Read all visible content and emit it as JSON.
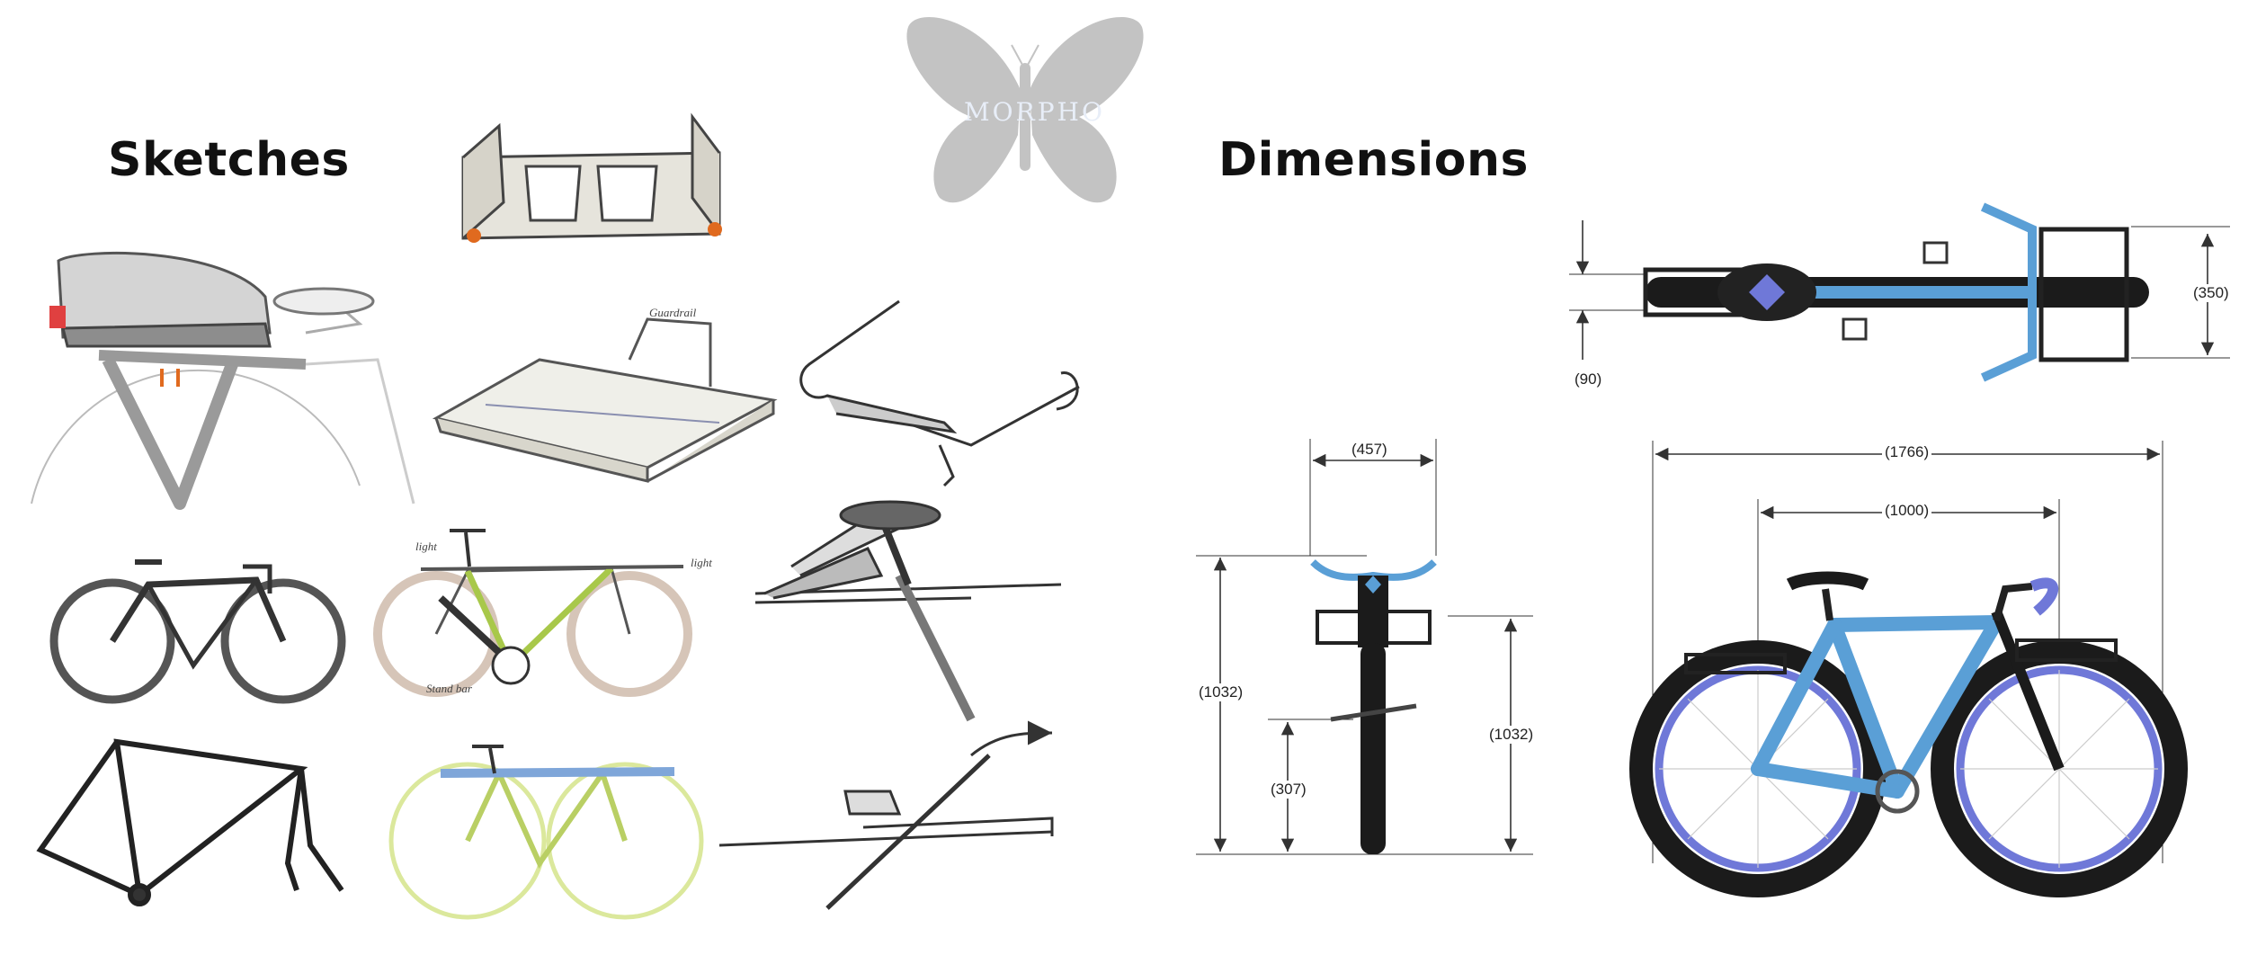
{
  "brand": {
    "name": "MORPHO",
    "logo_icon": "butterfly-icon"
  },
  "sketches": {
    "heading": "Sketches",
    "annotations": {
      "guardrail": "Guardrail",
      "light_left": "light",
      "light_right": "light",
      "stand_bar": "Stand bar"
    }
  },
  "dimensions": {
    "heading": "Dimensions",
    "labels": {
      "top_width": "(350)",
      "top_offset": "(90)",
      "front_width": "(457)",
      "front_height_left": "(1032)",
      "front_height_right": "(1032)",
      "front_pedal": "(307)",
      "side_length": "(1766)",
      "side_wheelbase": "(1000)"
    }
  },
  "colors": {
    "bike_blue": "#5a9fd6",
    "rim_blue": "#6f78d8",
    "tire": "#1b1b1b",
    "logo_grey": "#c3c3c3",
    "sketch_green": "#a8c84a",
    "accent_orange": "#e06a1f"
  }
}
